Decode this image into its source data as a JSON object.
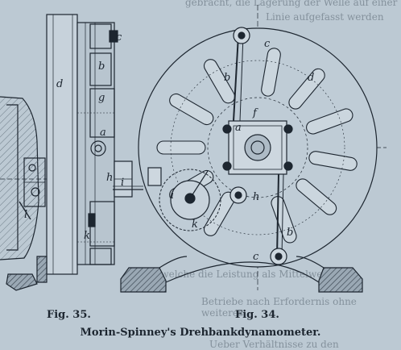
{
  "figures": {
    "fig35": "Fig. 35.",
    "fig34": "Fig. 34."
  },
  "caption": "Morin-Spinney's Drehbankdynamometer.",
  "labels35": {
    "a": "a",
    "b": "b",
    "c": "c",
    "d": "d",
    "g": "g",
    "h": "h",
    "i": "i",
    "k": "k",
    "l": "l"
  },
  "labels34": {
    "a": "a",
    "b1": "b",
    "b2": "b",
    "c1": "c",
    "c2": "c",
    "d": "d",
    "f": "f",
    "h": "h",
    "i": "i",
    "k": "k"
  },
  "bleed": {
    "r1": "gebracht, die Lagerung der Welle auf einer",
    "r2": "Linie aufgefasst werden",
    "r3": "durch welche die Leistung als Mittelwerthe",
    "r4": "Betriebe nach Erfordernis ohne weiteres",
    "r5": "Ueber Verhältnisse zu den"
  },
  "colors": {
    "paper": "#bcc9d3",
    "ink": "#1d2630",
    "hatch": "#6e7c88",
    "shade": "#8593a0"
  }
}
